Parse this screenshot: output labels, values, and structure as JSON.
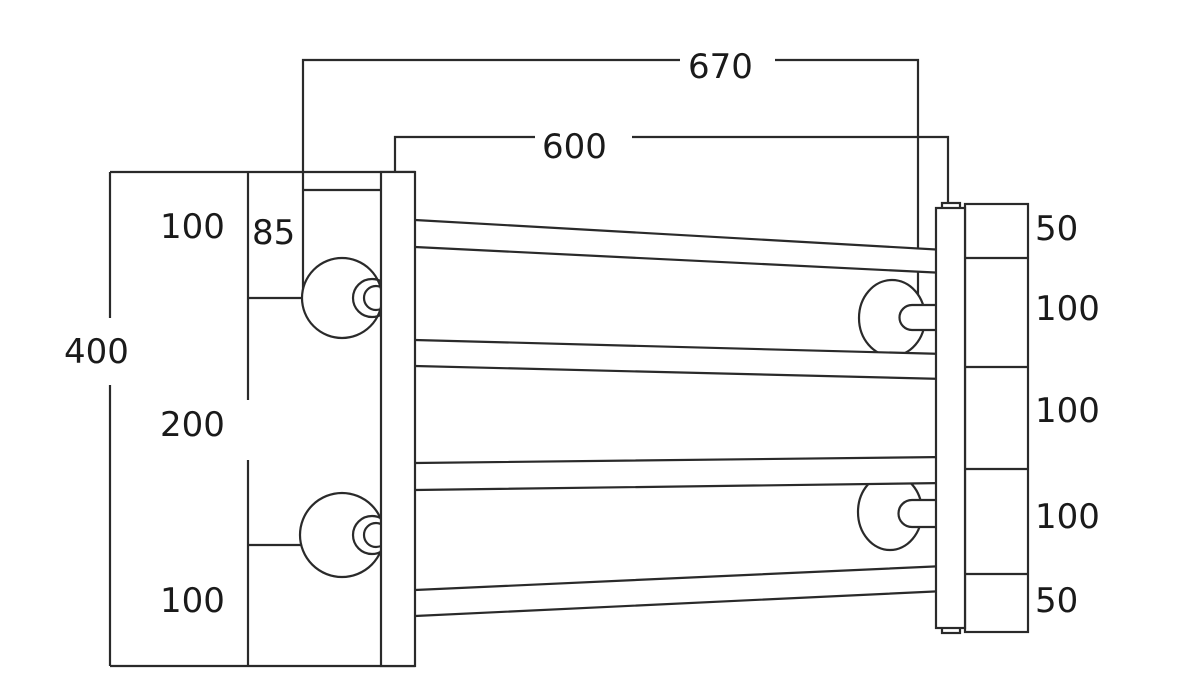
{
  "dimensions": {
    "overall_bracket_width": "670",
    "bar_width": "600",
    "wall_offset": "85",
    "total_height": "400",
    "left_segments": [
      "100",
      "200",
      "100"
    ],
    "right_segments": [
      "50",
      "100",
      "100",
      "100",
      "50"
    ]
  },
  "colors": {
    "line": "#2a2a2a",
    "background": "#ffffff"
  }
}
